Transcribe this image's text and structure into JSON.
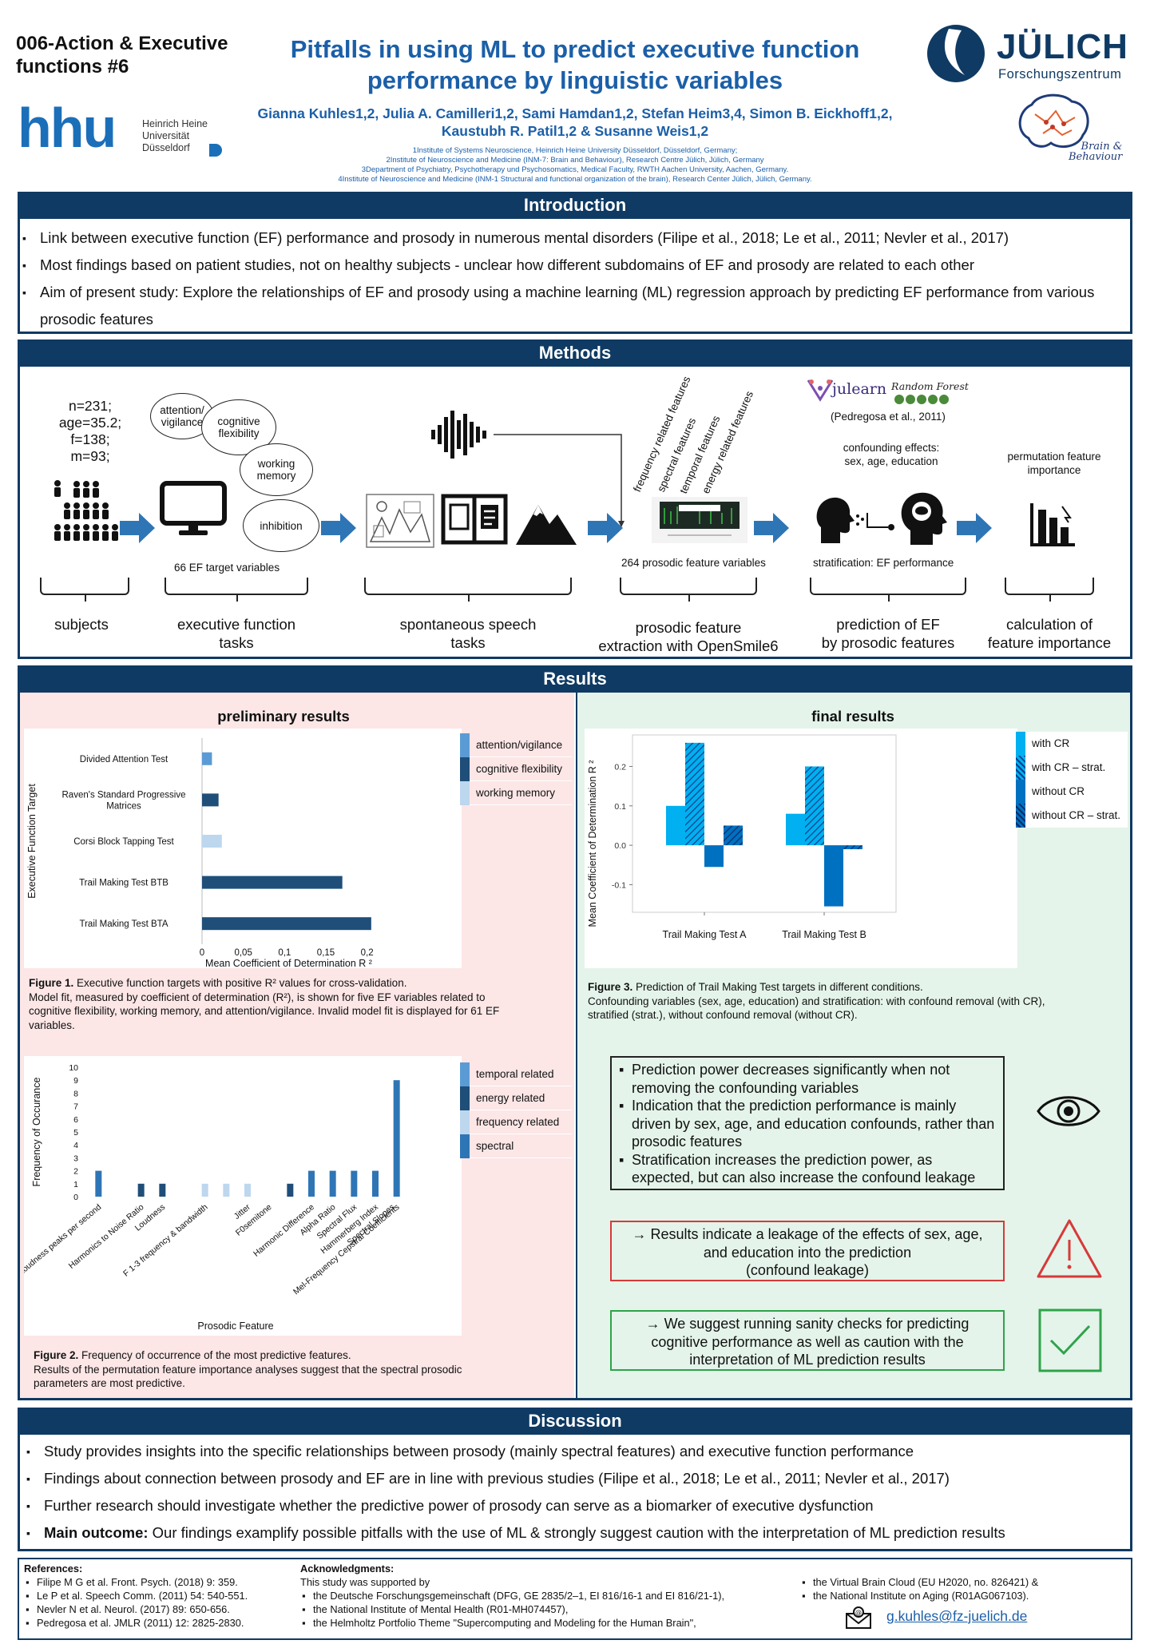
{
  "header": {
    "session_label": "006-Action & Executive functions #6",
    "title_line1": "Pitfalls in using ML to predict executive function",
    "title_line2": "performance by linguistic variables",
    "authors_line1": "Gianna Kuhles1,2, Julia A. Camilleri1,2, Sami Hamdan1,2, Stefan Heim3,4, Simon B. Eickhoff1,2,",
    "authors_line2": "Kaustubh R. Patil1,2 & Susanne Weis1,2",
    "affil1": "1Institute of Systems Neuroscience, Heinrich Heine University Düsseldorf, Düsseldorf, Germany;",
    "affil2": "2Institute of Neuroscience and Medicine (INM-7: Brain and Behaviour), Research Centre Jülich, Jülich, Germany",
    "affil3": "3Department of Psychiatry, Psychotherapy und Psychosomatics, Medical Faculty, RWTH Aachen University, Aachen, Germany.",
    "affil4": "4Institute of Neuroscience and Medicine (INM-1 Structural and functional organization of the brain), Research Center Jülich, Jülich, Germany.",
    "hhu_logo_text": "hhu",
    "hhu_name1": "Heinrich Heine",
    "hhu_name2": "Universität",
    "hhu_name3": "Düsseldorf",
    "julich_logo_text": "JÜLICH",
    "julich_sub": "Forschungszentrum",
    "brain_logo_text1": "Brain &",
    "brain_logo_text2": "Behaviour"
  },
  "introduction": {
    "heading": "Introduction",
    "bullets": [
      "Link between executive function (EF) performance and prosody in numerous mental disorders (Filipe et al., 2018; Le et al., 2011; Nevler et al., 2017)",
      "Most findings based on patient studies, not on healthy subjects - unclear how different subdomains of EF and prosody are related to each other",
      "Aim of present study: Explore the relationships of EF and prosody using a machine learning (ML) regression approach by predicting EF performance from various",
      "prosodic features"
    ]
  },
  "methods": {
    "heading": "Methods",
    "subjects_stats": [
      "n=231;",
      "age=35.2;",
      "f=138; m=93;"
    ],
    "bubbles": [
      "attention/ vigilance",
      "cognitive flexibility",
      "working memory",
      "inhibition"
    ],
    "ef_targets": "66 EF target variables",
    "feature_labels": [
      "frequency related features",
      "spectral features",
      "temporal features",
      "energy related features"
    ],
    "prosodic_vars": "264 prosodic feature variables",
    "julearn": "julearn",
    "random_forest": "Random Forest",
    "pedregosa": "(Pedregosa et al., 2011)",
    "confounds": [
      "confounding effects:",
      "sex, age, education"
    ],
    "stratification": "stratification: EF performance",
    "perm_importance": [
      "permutation feature",
      "importance"
    ],
    "stages": [
      {
        "l1": "subjects",
        "l2": ""
      },
      {
        "l1": "executive function",
        "l2": "tasks"
      },
      {
        "l1": "spontaneous speech",
        "l2": "tasks"
      },
      {
        "l1": "prosodic feature",
        "l2": "extraction with OpenSmile6"
      },
      {
        "l1": "prediction of EF",
        "l2": "by prosodic features"
      },
      {
        "l1": "calculation of",
        "l2": "feature importance"
      }
    ]
  },
  "results": {
    "heading": "Results",
    "prelim_heading": "preliminary results",
    "final_heading": "final results",
    "fig1_caption_bold": "Figure 1.",
    "fig1_caption": " Executive function targets with positive R² values for cross-validation.",
    "fig1_caption2": "Model fit, measured by coefficient of determination (R²), is shown for five EF variables related to",
    "fig1_caption3": "cognitive flexibility, working memory, and attention/vigilance. Invalid model fit is displayed for 61 EF",
    "fig1_caption4": "variables.",
    "fig2_caption_bold": "Figure 2.",
    "fig2_caption": " Frequency of occurrence of the most predictive features.",
    "fig2_caption2": "Results of the permutation feature importance analyses suggest that the spectral prosodic",
    "fig2_caption3": "parameters are most predictive.",
    "fig3_caption_bold": "Figure 3.",
    "fig3_caption": " Prediction of Trail Making Test targets in different conditions.",
    "fig3_caption2": "Confounding variables (sex, age, education) and stratification: with confound removal (with CR),",
    "fig3_caption3": "stratified (strat.), without confound removal (without CR).",
    "callout1": [
      "Prediction power decreases significantly when not removing the confounding variables",
      "Indication that the prediction performance is mainly driven by sex, age, and education confounds, rather than prosodic features",
      "Stratification increases the prediction power, as expected, but can also increase the confound leakage"
    ],
    "callout2": [
      "→ Results indicate a leakage of the effects of sex, age,",
      "and education into the prediction",
      "(confound leakage)"
    ],
    "callout3": [
      "→ We suggest running sanity checks for predicting",
      "cognitive performance as well as caution with the",
      "interpretation of ML prediction results"
    ]
  },
  "discussion": {
    "heading": "Discussion",
    "bullets": [
      "Study provides insights into the specific relationships between prosody (mainly spectral features) and executive function performance",
      "Findings about connection between prosody and EF are in line with previous studies (Filipe et al., 2018; Le et al., 2011; Nevler et al., 2017)",
      "Further research should investigate whether the predictive power of prosody can serve as a biomarker of executive dysfunction"
    ],
    "main_outcome_bold": "Main outcome:",
    "main_outcome": " Our findings examplify possible pitfalls with the use of ML & strongly suggest caution with the interpretation of ML prediction results"
  },
  "footer": {
    "references_heading": "References:",
    "references": [
      "Filipe M G et al. Front. Psych. (2018) 9: 359.",
      "Le P et al. Speech Comm. (2011) 54: 540-551.",
      "Nevler N et al. Neurol. (2017) 89: 650-656.",
      "Pedregosa et al. JMLR (2011) 12: 2825-2830."
    ],
    "ack_heading": "Acknowledgments:",
    "ack_intro": "This study was supported by",
    "ack_col1": [
      "the Deutsche Forschungsgemeinschaft (DFG, GE 2835/2–1, EI 816/16-1 and EI 816/21-1),",
      "the National Institute of Mental Health (R01-MH074457),",
      "the Helmholtz Portfolio Theme \"Supercomputing and Modeling for the Human Brain\","
    ],
    "ack_col2": [
      "the Virtual Brain Cloud (EU H2020, no. 826421) &",
      "the National Institute on Aging (R01AG067103)."
    ],
    "email": "g.kuhles@fz-juelich.de"
  },
  "colors": {
    "navy": "#0f3a63",
    "pink_bg": "#fce6e6",
    "green_bg": "#e4f4ea",
    "attention": "#5b9bd5",
    "cog_flex": "#1f4e79",
    "working_mem": "#bdd7ee",
    "spectral": "#2e75b6",
    "with_cr": "#00b0f0",
    "without_cr": "#0070c0"
  },
  "chart_data": [
    {
      "type": "bar",
      "orientation": "horizontal",
      "categories": [
        "Divided Attention Test",
        "Raven's Standard Progressive Matrices",
        "Corsi Block Tapping Test",
        "Trail Making Test BTB",
        "Trail Making Test BTA"
      ],
      "values": [
        0.012,
        0.02,
        0.024,
        0.17,
        0.205
      ],
      "groups": [
        "attention/vigilance",
        "cognitive flexibility",
        "working memory",
        "cognitive flexibility",
        "cognitive flexibility"
      ],
      "xlabel": "Mean Coefficient of Determination R ²",
      "ylabel": "Executive Function Target",
      "xticks": [
        "0",
        "0,05",
        "0,1",
        "0,15",
        "0,2"
      ],
      "xlim": [
        0,
        0.21
      ],
      "legend": [
        "attention/vigilance",
        "cognitive flexibility",
        "working memory"
      ]
    },
    {
      "type": "bar",
      "categories": [
        "Loudness peaks per second",
        "Harmonics to Noise Ratio",
        "Loudness",
        "F 1-3 frequency & bandwidth",
        "Jitter",
        "F0semitone",
        "Harmonic Difference",
        "Alpha Ratio",
        "Spectral Flux",
        "Hammerberg Index",
        "Spectral Slopes",
        "Mel-Frequency Cepstral Coefficients"
      ],
      "values": [
        2,
        0,
        1,
        1,
        1,
        1,
        1,
        1,
        2,
        2,
        2,
        2,
        9
      ],
      "slots": [
        {
          "v": 2,
          "g": "spectral"
        },
        {
          "v": 0,
          "g": "none"
        },
        {
          "v": 1,
          "g": "energy related"
        },
        {
          "v": 1,
          "g": "energy related"
        },
        {
          "v": 0,
          "g": "none"
        },
        {
          "v": 1,
          "g": "frequency related"
        },
        {
          "v": 1,
          "g": "frequency related"
        },
        {
          "v": 1,
          "g": "frequency related"
        },
        {
          "v": 0,
          "g": "none"
        },
        {
          "v": 1,
          "g": "energy related"
        },
        {
          "v": 2,
          "g": "spectral"
        },
        {
          "v": 2,
          "g": "spectral"
        },
        {
          "v": 2,
          "g": "spectral"
        },
        {
          "v": 2,
          "g": "spectral"
        },
        {
          "v": 9,
          "g": "spectral"
        }
      ],
      "xlabel": "Prosodic Feature",
      "ylabel": "Frequency of Occurance",
      "ylim": [
        0,
        10
      ],
      "yticks": [
        "0",
        "1",
        "2",
        "3",
        "4",
        "5",
        "6",
        "7",
        "8",
        "9",
        "10"
      ],
      "legend": [
        "temporal related",
        "energy related",
        "frequency related",
        "spectral"
      ]
    },
    {
      "type": "bar",
      "categories": [
        "Trail Making Test A",
        "Trail Making Test B"
      ],
      "series": [
        {
          "name": "with CR",
          "values": [
            0.1,
            0.08
          ]
        },
        {
          "name": "with CR – strat.",
          "values": [
            0.26,
            0.2
          ]
        },
        {
          "name": "without CR",
          "values": [
            -0.055,
            -0.155
          ]
        },
        {
          "name": "without CR – strat.",
          "values": [
            0.05,
            -0.01
          ]
        }
      ],
      "ylabel": "Mean Coefficient of Determination R ²",
      "ylim": [
        -0.17,
        0.28
      ],
      "yticks": [
        "-0.1",
        "0.0",
        "0.1",
        "0.2"
      ],
      "legend": [
        "with CR",
        "with CR – strat.",
        "without CR",
        "without CR – strat."
      ]
    }
  ]
}
